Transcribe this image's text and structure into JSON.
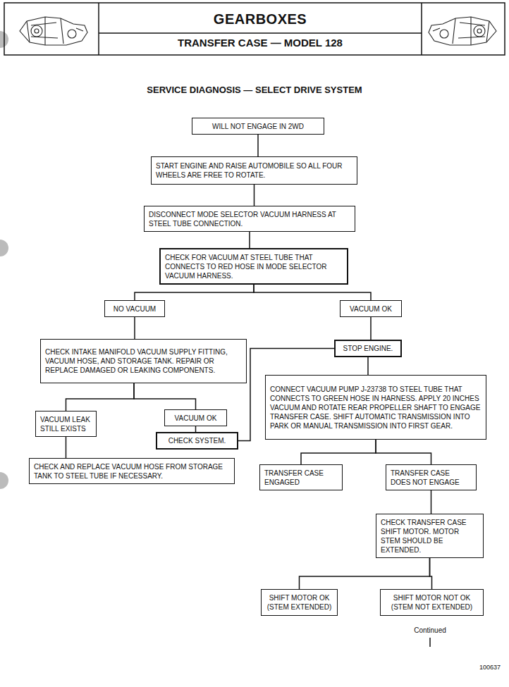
{
  "diagram": {
    "title": "SERVICE DIAGNOSIS — SELECT DRIVE SYSTEM",
    "nodes": [
      {
        "text": [
          "WILL NOT ENGAGE IN 2WD"
        ]
      },
      {
        "text": [
          "START ENGINE AND RAISE AUTOMOBILE SO ALL FOUR WHEELS ARE FREE TO ROTATE."
        ]
      },
      {
        "text": [
          "DISCONNECT MODE SELECTOR VACUUM HARNESS AT STEEL TUBE CONNECTION."
        ]
      },
      {
        "text": [
          "CHECK FOR VACUUM AT STEEL TUBE THAT CONNECTS TO RED HOSE IN MODE SELECTOR VACUUM HARNESS."
        ]
      },
      {
        "text": [
          "NO VACUUM"
        ]
      },
      {
        "text": [
          "VACUUM OK"
        ]
      },
      {
        "text": [
          "CHECK INTAKE MANIFOLD VACUUM SUPPLY FITTING, VACUUM HOSE, AND STORAGE TANK. REPAIR OR REPLACE DAMAGED OR LEAKING COMPONENTS."
        ]
      },
      {
        "text": [
          "STOP ENGINE."
        ]
      },
      {
        "text": [
          "CONNECT VACUUM PUMP J-23738 TO STEEL TUBE THAT CONNECTS TO GREEN HOSE IN HARNESS. APPLY 20 INCHES VACUUM AND ROTATE REAR PROPELLER SHAFT TO ENGAGE TRANSFER CASE. SHIFT AUTOMATIC TRANSMISSION INTO PARK OR MANUAL TRANSMISSION INTO FIRST GEAR."
        ]
      },
      {
        "text": [
          "VACUUM LEAK STILL EXISTS"
        ]
      },
      {
        "text": [
          "VACUUM OK"
        ]
      },
      {
        "text": [
          "CHECK SYSTEM."
        ]
      },
      {
        "text": [
          "CHECK AND REPLACE VACUUM HOSE FROM STORAGE TANK TO STEEL TUBE IF NECESSARY."
        ]
      },
      {
        "text": [
          "TRANSFER CASE ENGAGED"
        ]
      },
      {
        "text": [
          "TRANSFER CASE DOES NOT ENGAGE"
        ]
      },
      {
        "text": [
          "CHECK TRANSFER CASE SHIFT MOTOR. MOTOR STEM SHOULD BE EXTENDED."
        ]
      },
      {
        "text": [
          "SHIFT MOTOR OK (STEM EXTENDED)"
        ]
      },
      {
        "text": [
          "SHIFT MOTOR NOT OK (STEM NOT EXTENDED)"
        ]
      }
    ],
    "edges": [
      {
        "from": 0,
        "to": 1,
        "arrow": "none"
      },
      {
        "from": 1,
        "to": 2,
        "arrow": "none"
      },
      {
        "from": 2,
        "to": 3,
        "arrow": "none"
      },
      {
        "from": 3,
        "to": 4,
        "arrow": "none"
      },
      {
        "from": 3,
        "to": 5,
        "arrow": "none"
      },
      {
        "from": 4,
        "to": 6,
        "arrow": "none"
      },
      {
        "from": 5,
        "to": 7,
        "arrow": "none"
      },
      {
        "from": 6,
        "to": 9,
        "arrow": "none"
      },
      {
        "from": 6,
        "to": 10,
        "arrow": "none"
      },
      {
        "from": 9,
        "to": 12,
        "arrow": "none"
      },
      {
        "from": 10,
        "to": 11,
        "arrow": "none"
      },
      {
        "from": 11,
        "to": 7,
        "arrow": "none"
      },
      {
        "from": 7,
        "to": 8,
        "arrow": "none"
      },
      {
        "from": 8,
        "to": 13,
        "arrow": "none"
      },
      {
        "from": 8,
        "to": 14,
        "arrow": "none"
      },
      {
        "from": 14,
        "to": 15,
        "arrow": "none"
      },
      {
        "from": 15,
        "to": 16,
        "arrow": "none"
      },
      {
        "from": 15,
        "to": 17,
        "arrow": "none"
      }
    ],
    "labels": [
      "GEARBOXES",
      "TRANSFER CASE — MODEL 128",
      "Continued",
      "100637"
    ]
  }
}
